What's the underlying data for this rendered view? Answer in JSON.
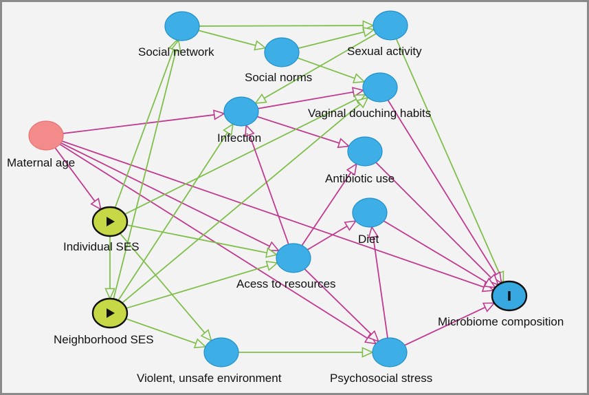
{
  "colors": {
    "green_edge": "#7fbe4a",
    "magenta_edge": "#c0398f",
    "node_blue": "#3eaee6",
    "node_blue_stroke": "#2390c8",
    "node_exposure": "#c6d845",
    "node_outcome": "#38a8e0",
    "node_ancestor": "#f38b8b"
  },
  "nodes": [
    {
      "id": "social_network",
      "label": "Social network",
      "kind": "blue"
    },
    {
      "id": "social_norms",
      "label": "Social norms",
      "kind": "blue"
    },
    {
      "id": "sexual_activity",
      "label": "Sexual activity",
      "kind": "blue"
    },
    {
      "id": "vaginal_douching",
      "label": "Vaginal douching habits",
      "kind": "blue"
    },
    {
      "id": "infection",
      "label": "Infection",
      "kind": "blue"
    },
    {
      "id": "antibiotic_use",
      "label": "Antibiotic use",
      "kind": "blue"
    },
    {
      "id": "maternal_age",
      "label": "Maternal age",
      "kind": "ancestor"
    },
    {
      "id": "individual_ses",
      "label": "Individual SES",
      "kind": "exposure"
    },
    {
      "id": "diet",
      "label": "Diet",
      "kind": "blue"
    },
    {
      "id": "access_resources",
      "label": "Acess to resources",
      "kind": "blue"
    },
    {
      "id": "microbiome",
      "label": "Microbiome composition",
      "kind": "outcome"
    },
    {
      "id": "neighborhood_ses",
      "label": "Neighborhood SES",
      "kind": "exposure"
    },
    {
      "id": "violent_env",
      "label": "Violent, unsafe environment",
      "kind": "blue"
    },
    {
      "id": "psychosocial_stress",
      "label": "Psychosocial stress",
      "kind": "blue"
    }
  ],
  "edges": [
    {
      "from": "social_network",
      "to": "sexual_activity",
      "type": "green"
    },
    {
      "from": "social_network",
      "to": "social_norms",
      "type": "green"
    },
    {
      "from": "social_norms",
      "to": "sexual_activity",
      "type": "green"
    },
    {
      "from": "social_norms",
      "to": "vaginal_douching",
      "type": "green"
    },
    {
      "from": "sexual_activity",
      "to": "infection",
      "type": "green"
    },
    {
      "from": "sexual_activity",
      "to": "microbiome",
      "type": "green"
    },
    {
      "from": "vaginal_douching",
      "to": "microbiome",
      "type": "magenta"
    },
    {
      "from": "infection",
      "to": "vaginal_douching",
      "type": "magenta"
    },
    {
      "from": "infection",
      "to": "antibiotic_use",
      "type": "magenta"
    },
    {
      "from": "antibiotic_use",
      "to": "microbiome",
      "type": "magenta"
    },
    {
      "from": "maternal_age",
      "to": "infection",
      "type": "magenta"
    },
    {
      "from": "maternal_age",
      "to": "individual_ses",
      "type": "magenta"
    },
    {
      "from": "maternal_age",
      "to": "access_resources",
      "type": "magenta"
    },
    {
      "from": "maternal_age",
      "to": "microbiome",
      "type": "magenta"
    },
    {
      "from": "maternal_age",
      "to": "psychosocial_stress",
      "type": "magenta"
    },
    {
      "from": "individual_ses",
      "to": "social_network",
      "type": "green"
    },
    {
      "from": "individual_ses",
      "to": "vaginal_douching",
      "type": "green"
    },
    {
      "from": "individual_ses",
      "to": "access_resources",
      "type": "green"
    },
    {
      "from": "individual_ses",
      "to": "neighborhood_ses",
      "type": "green"
    },
    {
      "from": "individual_ses",
      "to": "violent_env",
      "type": "green"
    },
    {
      "from": "neighborhood_ses",
      "to": "social_network",
      "type": "green"
    },
    {
      "from": "neighborhood_ses",
      "to": "infection",
      "type": "green"
    },
    {
      "from": "neighborhood_ses",
      "to": "vaginal_douching",
      "type": "green"
    },
    {
      "from": "neighborhood_ses",
      "to": "access_resources",
      "type": "green"
    },
    {
      "from": "neighborhood_ses",
      "to": "violent_env",
      "type": "green"
    },
    {
      "from": "access_resources",
      "to": "infection",
      "type": "magenta"
    },
    {
      "from": "access_resources",
      "to": "antibiotic_use",
      "type": "magenta"
    },
    {
      "from": "access_resources",
      "to": "diet",
      "type": "magenta"
    },
    {
      "from": "access_resources",
      "to": "psychosocial_stress",
      "type": "magenta"
    },
    {
      "from": "diet",
      "to": "microbiome",
      "type": "magenta"
    },
    {
      "from": "psychosocial_stress",
      "to": "diet",
      "type": "magenta"
    },
    {
      "from": "psychosocial_stress",
      "to": "microbiome",
      "type": "magenta"
    },
    {
      "from": "violent_env",
      "to": "psychosocial_stress",
      "type": "green"
    }
  ]
}
